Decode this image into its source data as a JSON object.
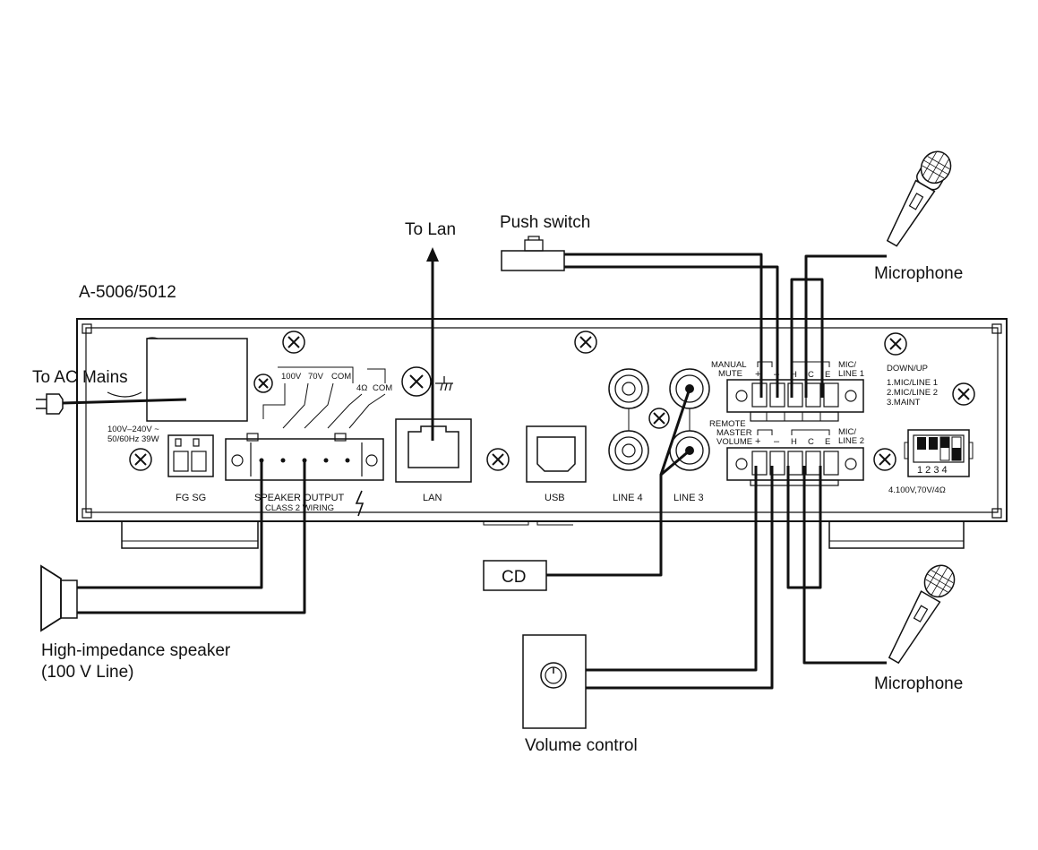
{
  "labels": {
    "model": "A-5006/5012",
    "to_lan": "To Lan",
    "push_switch": "Push switch",
    "microphone_top": "Microphone",
    "microphone_bottom": "Microphone",
    "to_ac_mains": "To AC Mains",
    "cd": "CD",
    "speaker_line1": "High-impedance speaker",
    "speaker_line2": "(100 V Line)",
    "volume_control": "Volume control"
  },
  "panel": {
    "power_rating_1": "100V–240V ~",
    "power_rating_2": "50/60Hz  39W",
    "fg_sg": "FG SG",
    "tap_100v": "100V",
    "tap_70v": "70V",
    "tap_com": "COM",
    "tap_4ohm": "4Ω",
    "tap_4ohm_com": "COM",
    "speaker_output": "SPEAKER OUTPUT",
    "class2": "CLASS 2 WIRING",
    "lan": "LAN",
    "usb": "USB",
    "line4": "LINE 4",
    "line3": "LINE 3",
    "manual": "MANUAL",
    "mute": "MUTE",
    "remote": "REMOTE",
    "master": "MASTER",
    "volume": "VOLUME",
    "plus": "+",
    "minus": "–",
    "h": "H",
    "c": "C",
    "e": "E",
    "mic_line1_a": "MIC/",
    "mic_line1_b": "LINE 1",
    "mic_line2_a": "MIC/",
    "mic_line2_b": "LINE 2",
    "down_up": "DOWN/UP",
    "dip1": "1.MIC/LINE 1",
    "dip2": "2.MIC/LINE 2",
    "dip3": "3.MAINT",
    "dip4": "4.100V,70V/4Ω",
    "dip_numbers": "1 2 3 4"
  }
}
